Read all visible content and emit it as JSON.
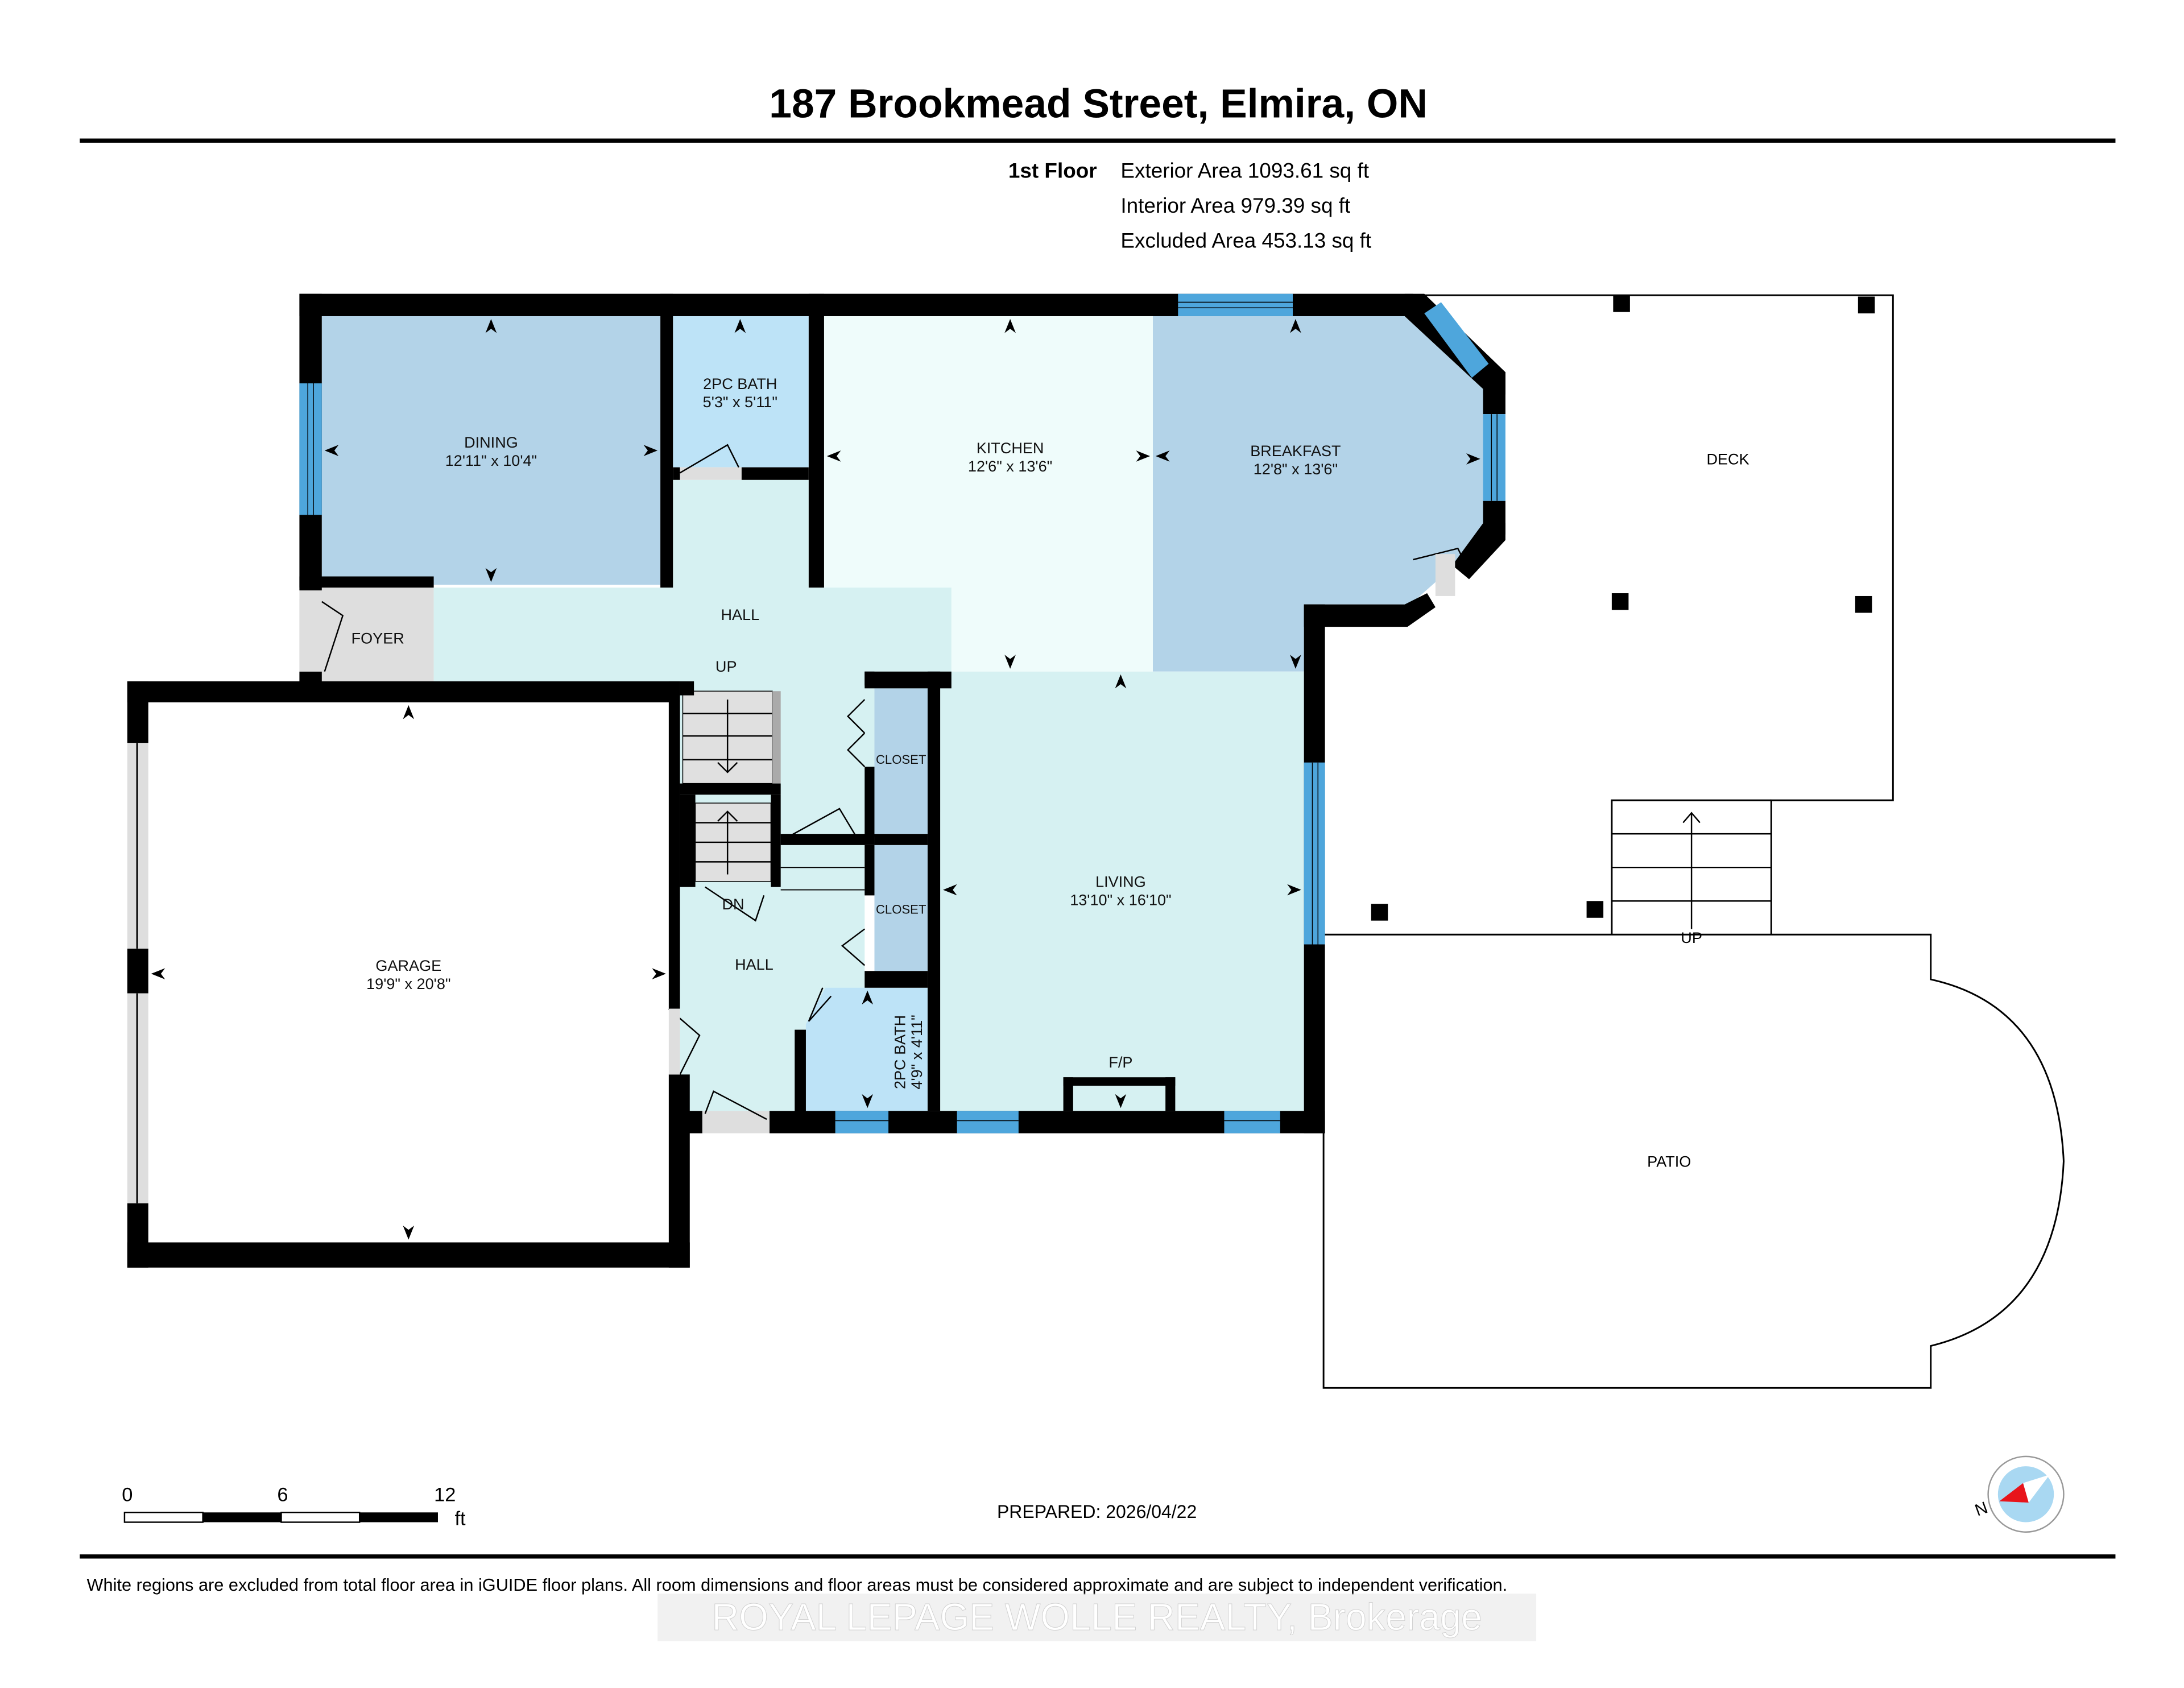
{
  "header": {
    "title": "187 Brookmead Street, Elmira, ON"
  },
  "floor_summary": {
    "floor_label": "1st Floor",
    "exterior_area": "Exterior Area 1093.61 sq ft",
    "interior_area": "Interior Area 979.39 sq ft",
    "excluded_area": "Excluded Area 453.13 sq ft"
  },
  "rooms": {
    "dining": {
      "name": "DINING",
      "dims": "12'11\" x 10'4\""
    },
    "bath_upper": {
      "name": "2PC BATH",
      "dims": "5'3\" x 5'11\""
    },
    "kitchen": {
      "name": "KITCHEN",
      "dims": "12'6\" x 13'6\""
    },
    "breakfast": {
      "name": "BREAKFAST",
      "dims": "12'8\" x 13'6\""
    },
    "deck": {
      "name": "DECK"
    },
    "foyer": {
      "name": "FOYER"
    },
    "hall_upper": {
      "name": "HALL"
    },
    "stair_up_label": "UP",
    "closet_1": {
      "name": "CLOSET"
    },
    "closet_2": {
      "name": "CLOSET"
    },
    "living": {
      "name": "LIVING",
      "dims": "13'10\" x 16'10\""
    },
    "stair_dn_label": "DN",
    "hall_lower": {
      "name": "HALL"
    },
    "garage": {
      "name": "GARAGE",
      "dims": "19'9\" x 20'8\""
    },
    "bath_lower": {
      "name": "2PC BATH",
      "dims": "4'9\" x 4'11\""
    },
    "fireplace": {
      "name": "F/P"
    },
    "deck_stair_label": "UP",
    "patio": {
      "name": "PATIO"
    }
  },
  "scale_bar": {
    "ticks": [
      "0",
      "6",
      "12"
    ],
    "unit": "ft"
  },
  "prepared": "PREPARED: 2026/04/22",
  "compass": {
    "label": "N"
  },
  "footer": {
    "disclaimer": "White regions are excluded from total floor area in iGUIDE floor plans. All room dimensions and floor areas must be considered approximate and are subject to independent verification.",
    "watermark": "ROYAL LEPAGE WOLLE REALTY, Brokerage"
  },
  "colors": {
    "wall": "#000000",
    "window": "#4ea6dc",
    "dining": "#b3d3e8",
    "breakfast": "#b3d3e8",
    "kitchen": "#effcfb",
    "hall": "#d6f1f2",
    "bath": "#bde3f7",
    "closet": "#b3d3e8",
    "foyer": "#dedede",
    "compass_red": "#e8141b",
    "compass_blue": "#a9d8f2"
  }
}
